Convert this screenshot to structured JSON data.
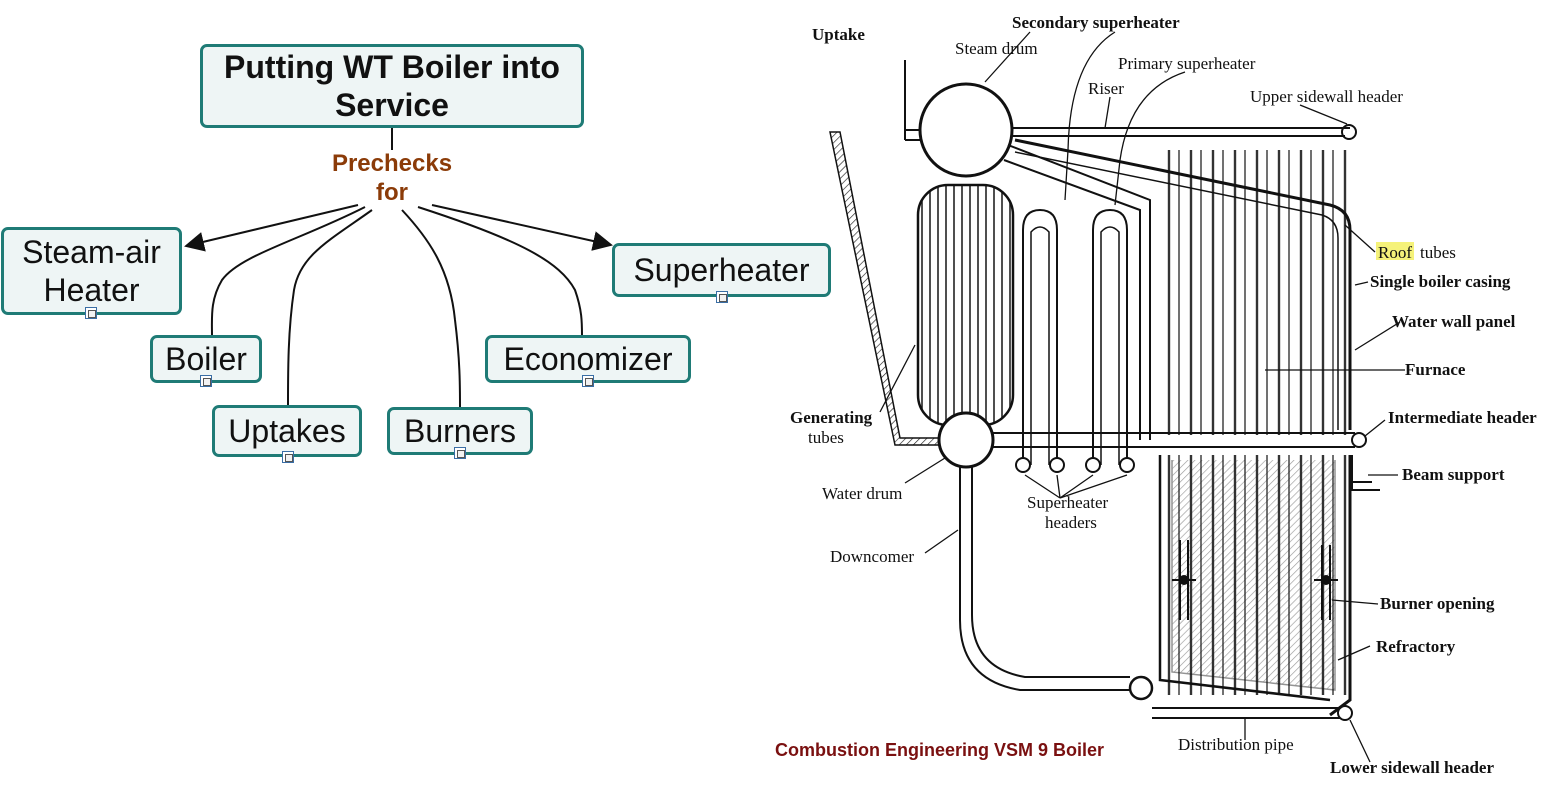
{
  "concept_map": {
    "title": "Putting WT Boiler into Service",
    "link_label": "Prechecks for",
    "nodes": [
      "Steam-air Heater",
      "Boiler",
      "Uptakes",
      "Burners",
      "Economizer",
      "Superheater"
    ]
  },
  "diagram": {
    "labels": {
      "uptake": "Uptake",
      "secondary_superheater": "Secondary superheater",
      "steam_drum": "Steam drum",
      "primary_superheater": "Primary superheater",
      "riser": "Riser",
      "upper_sidewall_header": "Upper sidewall header",
      "roof_tubes_a": "Roof",
      "roof_tubes_b": "tubes",
      "single_boiler_casing": "Single boiler casing",
      "water_wall_panel": "Water wall panel",
      "furnace": "Furnace",
      "generating_tubes_1": "Generating",
      "generating_tubes_2": "tubes",
      "intermediate_header": "Intermediate header",
      "water_drum": "Water drum",
      "superheater_headers_1": "Superheater",
      "superheater_headers_2": "headers",
      "beam_support": "Beam support",
      "downcomer": "Downcomer",
      "burner_opening": "Burner opening",
      "refractory": "Refractory",
      "distribution_pipe": "Distribution pipe",
      "lower_sidewall_header": "Lower sidewall header"
    },
    "caption": "Combustion Engineering VSM 9 Boiler"
  }
}
